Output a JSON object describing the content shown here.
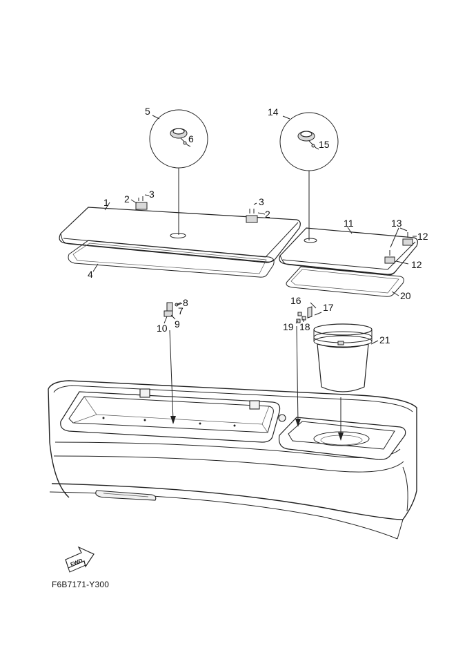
{
  "diagram": {
    "part_numbers": [
      "1",
      "2",
      "3",
      "4",
      "5",
      "6",
      "7",
      "8",
      "9",
      "10",
      "11",
      "12",
      "13",
      "14",
      "15",
      "16",
      "17",
      "18",
      "19",
      "20",
      "21"
    ],
    "fwd_label": "FWD",
    "drawing_code": "F6B7171-Y300"
  }
}
